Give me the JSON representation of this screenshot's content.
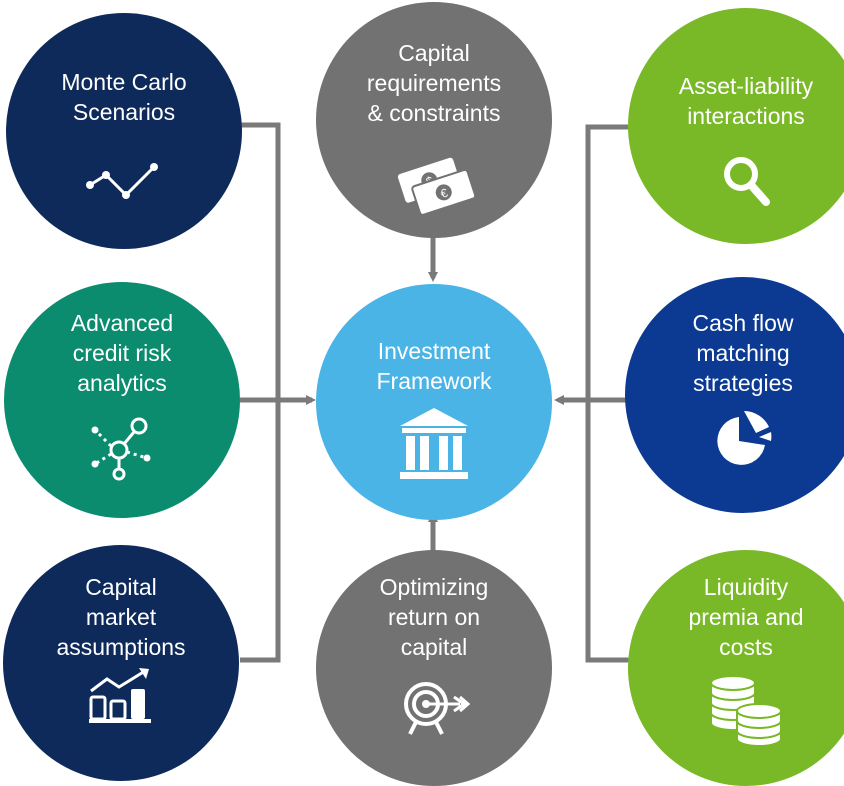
{
  "colors": {
    "navy": "#0e2a5b",
    "gray": "#727272",
    "lime": "#79b928",
    "teal": "#0b8c6e",
    "blue": "#0c3a93",
    "center": "#4bb4e6",
    "connector": "#7a7a7a"
  },
  "nodes": {
    "monte_carlo": {
      "label": "Monte Carlo\nScenarios",
      "icon": "line-chart-icon"
    },
    "capital_requirements": {
      "label": "Capital\nrequirements\n& constraints",
      "icon": "money-icon"
    },
    "asset_liability": {
      "label": "Asset-liability\ninteractions",
      "icon": "magnifier-icon"
    },
    "credit_risk": {
      "label": "Advanced\ncredit risk\nanalytics",
      "icon": "network-icon"
    },
    "investment_framework": {
      "label": "Investment\nFramework",
      "icon": "bank-building-icon"
    },
    "cash_flow": {
      "label": "Cash flow\nmatching\nstrategies",
      "icon": "pie-chart-icon"
    },
    "capital_market": {
      "label": "Capital\nmarket\nassumptions",
      "icon": "bar-chart-icon"
    },
    "optimizing_return": {
      "label": "Optimizing\nreturn on\ncapital",
      "icon": "target-icon"
    },
    "liquidity": {
      "label": "Liquidity\npremia and\ncosts",
      "icon": "coins-icon"
    }
  }
}
